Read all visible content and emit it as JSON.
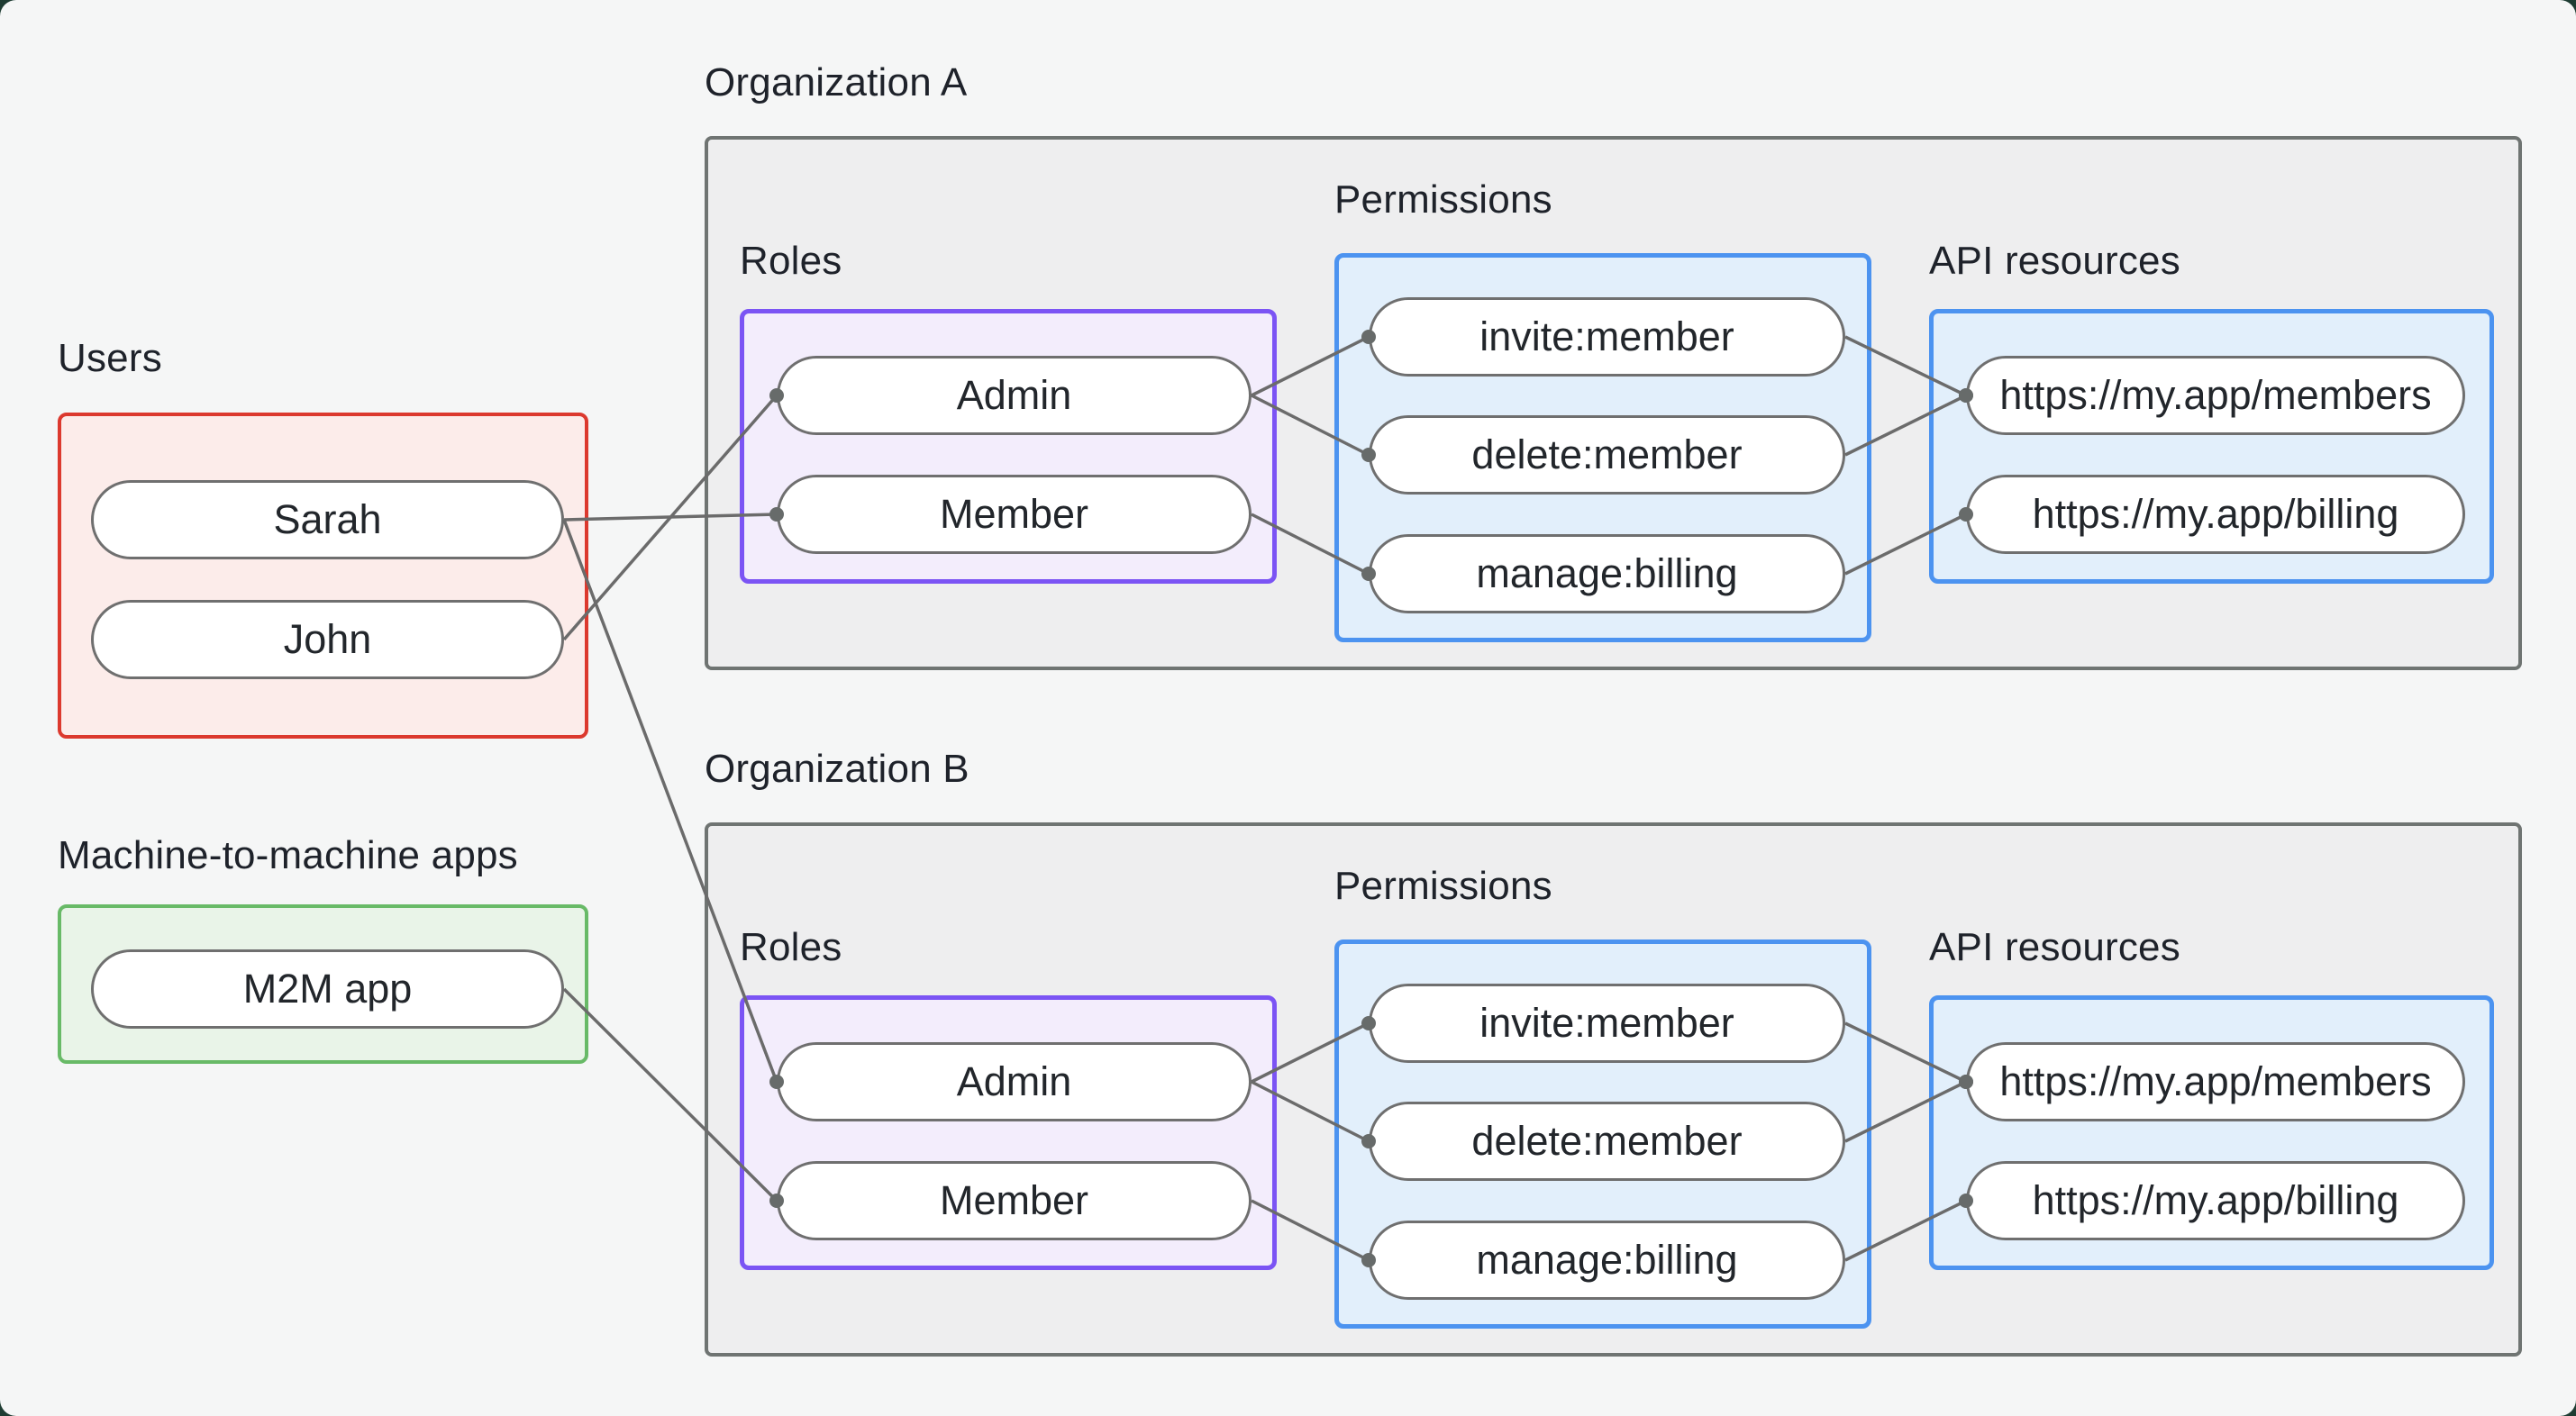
{
  "palette": {
    "page_background": "#f5f6f6",
    "backdrop": "#1e3c32",
    "users_border": "#dc392e",
    "users_fill": "#fcecea",
    "m2m_border": "#68ba67",
    "m2m_fill": "#e9f4e8",
    "org_border": "#6f7472",
    "org_fill": "#eeeeef",
    "roles_border": "#7b54f4",
    "roles_fill": "#f3edfc",
    "permissions_border": "#4c93f0",
    "permissions_fill": "#e2effb",
    "node_fill": "#ffffff",
    "node_border": "#6f6f6f",
    "edge_color": "#6b6b6b",
    "text_color": "#1e222a"
  },
  "users_section": {
    "title": "Users",
    "items": [
      {
        "id": "user-sarah",
        "label": "Sarah"
      },
      {
        "id": "user-john",
        "label": "John"
      }
    ]
  },
  "m2m_section": {
    "title": "Machine-to-machine apps",
    "items": [
      {
        "id": "app-m2m",
        "label": "M2M app"
      }
    ]
  },
  "organizations": [
    {
      "title": "Organization A",
      "roles_title": "Roles",
      "permissions_title": "Permissions",
      "api_resources_title": "API resources",
      "roles": [
        {
          "id": "a-role-admin",
          "label": "Admin"
        },
        {
          "id": "a-role-member",
          "label": "Member"
        }
      ],
      "permissions": [
        {
          "id": "a-perm-invite",
          "label": "invite:member"
        },
        {
          "id": "a-perm-delete",
          "label": "delete:member"
        },
        {
          "id": "a-perm-manage",
          "label": "manage:billing"
        }
      ],
      "api_resources": [
        {
          "id": "a-api-members",
          "label": "https://my.app/members"
        },
        {
          "id": "a-api-billing",
          "label": "https://my.app/billing"
        }
      ]
    },
    {
      "title": "Organization B",
      "roles_title": "Roles",
      "permissions_title": "Permissions",
      "api_resources_title": "API resources",
      "roles": [
        {
          "id": "b-role-admin",
          "label": "Admin"
        },
        {
          "id": "b-role-member",
          "label": "Member"
        }
      ],
      "permissions": [
        {
          "id": "b-perm-invite",
          "label": "invite:member"
        },
        {
          "id": "b-perm-delete",
          "label": "delete:member"
        },
        {
          "id": "b-perm-manage",
          "label": "manage:billing"
        }
      ],
      "api_resources": [
        {
          "id": "b-api-members",
          "label": "https://my.app/members"
        },
        {
          "id": "b-api-billing",
          "label": "https://my.app/billing"
        }
      ]
    }
  ],
  "edges": [
    {
      "from": "user-sarah",
      "to": "a-role-member"
    },
    {
      "from": "user-john",
      "to": "a-role-admin"
    },
    {
      "from": "user-sarah",
      "to": "b-role-admin"
    },
    {
      "from": "app-m2m",
      "to": "b-role-member"
    },
    {
      "from": "a-role-admin",
      "to": "a-perm-invite"
    },
    {
      "from": "a-role-admin",
      "to": "a-perm-delete"
    },
    {
      "from": "a-role-member",
      "to": "a-perm-manage"
    },
    {
      "from": "a-perm-invite",
      "to": "a-api-members"
    },
    {
      "from": "a-perm-delete",
      "to": "a-api-members"
    },
    {
      "from": "a-perm-manage",
      "to": "a-api-billing"
    },
    {
      "from": "b-role-admin",
      "to": "b-perm-invite"
    },
    {
      "from": "b-role-admin",
      "to": "b-perm-delete"
    },
    {
      "from": "b-role-member",
      "to": "b-perm-manage"
    },
    {
      "from": "b-perm-invite",
      "to": "b-api-members"
    },
    {
      "from": "b-perm-delete",
      "to": "b-api-members"
    },
    {
      "from": "b-perm-manage",
      "to": "b-api-billing"
    }
  ]
}
